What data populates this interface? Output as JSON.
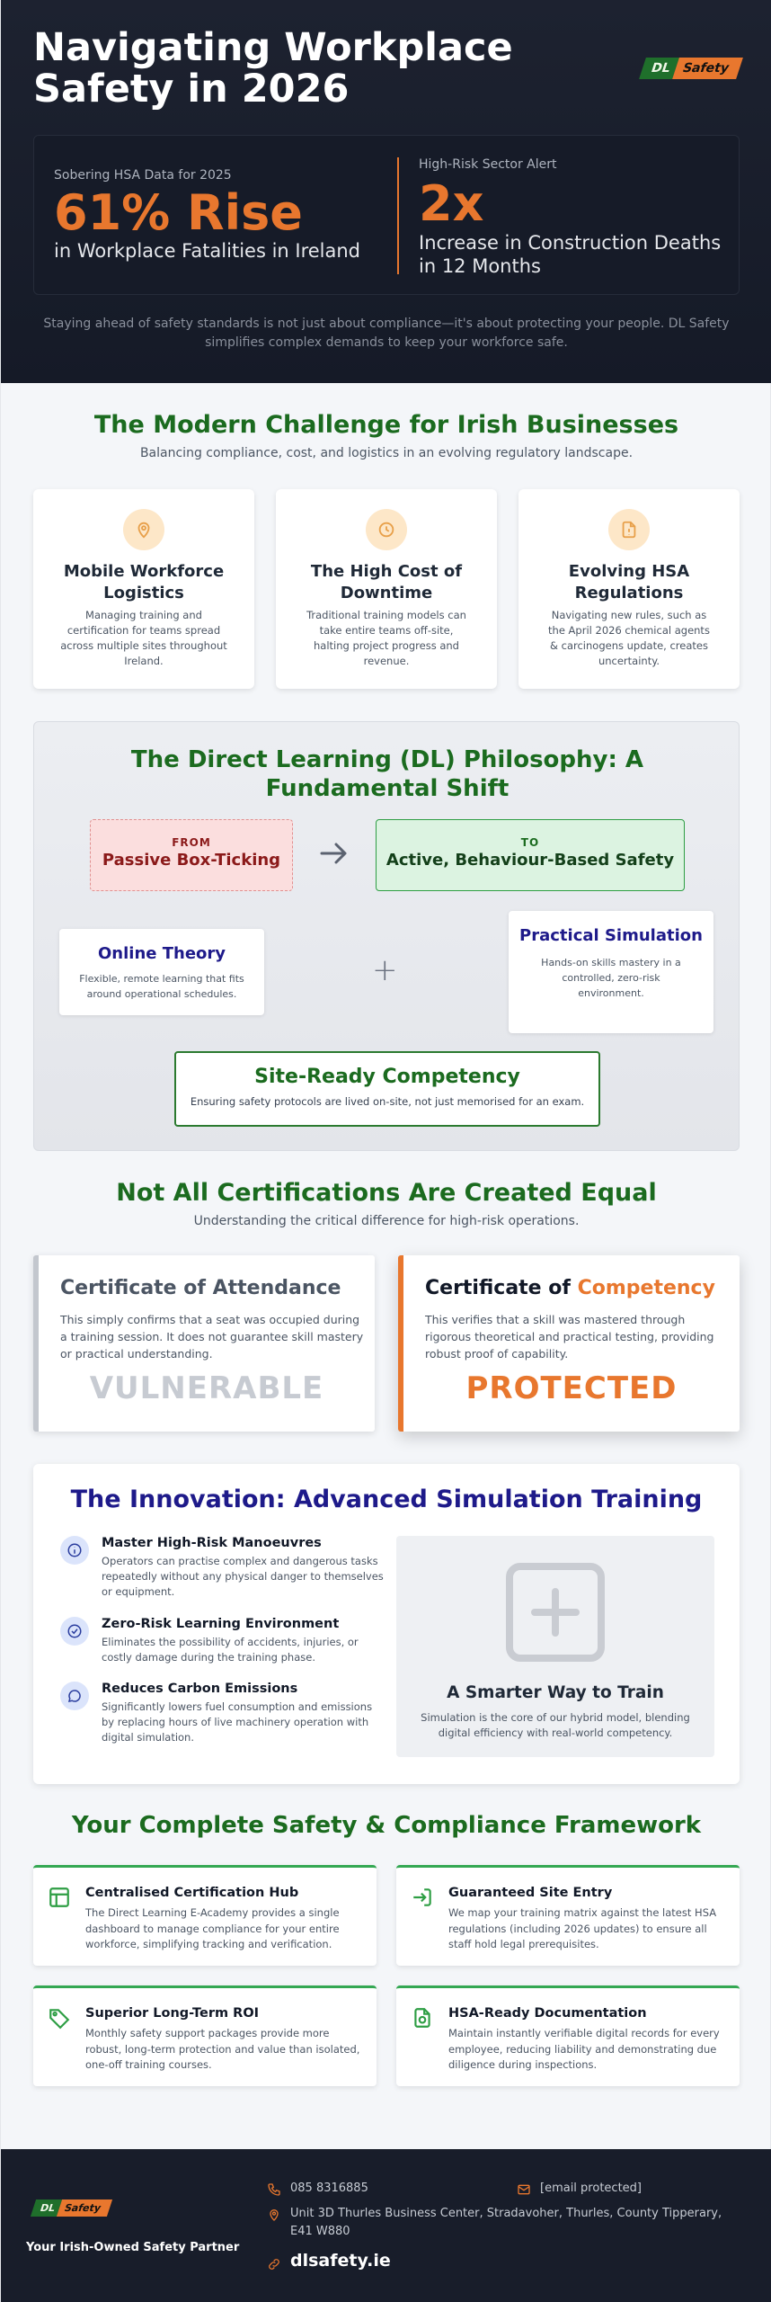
{
  "hero": {
    "title": "Navigating Workplace Safety in 2026",
    "logo": {
      "dl": "DL",
      "safety": "Safety"
    },
    "stat_left": {
      "label": "Sobering HSA Data for 2025",
      "value": "61% Rise",
      "desc": "in Workplace Fatalities in Ireland"
    },
    "stat_right": {
      "label": "High-Risk Sector Alert",
      "value": "2x",
      "desc": "Increase in Construction Deaths in 12 Months"
    },
    "subtitle": "Staying ahead of safety standards is not just about compliance—it's about protecting your people. DL Safety simplifies complex demands to keep your workforce safe."
  },
  "challenge": {
    "title": "The Modern Challenge for Irish Businesses",
    "subtitle": "Balancing compliance, cost, and logistics in an evolving regulatory landscape.",
    "cards": [
      {
        "icon": "map-pin-icon",
        "title": "Mobile Workforce Logistics",
        "text": "Managing training and certification for teams spread across multiple sites throughout Ireland."
      },
      {
        "icon": "clock-icon",
        "title": "The High Cost of Downtime",
        "text": "Traditional training models can take entire teams off-site, halting project progress and revenue."
      },
      {
        "icon": "document-alert-icon",
        "title": "Evolving HSA Regulations",
        "text": "Navigating new rules, such as the April 2026 chemical agents & carcinogens update, creates uncertainty."
      }
    ]
  },
  "philosophy": {
    "title": "The Direct Learning (DL) Philosophy: A Fundamental Shift",
    "from_label": "FROM",
    "from_value": "Passive Box-Ticking",
    "to_label": "TO",
    "to_value": "Active, Behaviour-Based Safety",
    "online": {
      "title": "Online Theory",
      "text": "Flexible, remote learning that fits around operational schedules."
    },
    "plus": "+",
    "practical": {
      "title": "Practical Simulation",
      "text": "Hands-on skills mastery in a controlled, zero-risk environment."
    },
    "competency": {
      "title": "Site-Ready Competency",
      "text": "Ensuring safety protocols are lived on-site, not just memorised for an exam."
    }
  },
  "certs": {
    "title": "Not All Certifications Are Created Equal",
    "subtitle": "Understanding the critical difference for high-risk operations.",
    "attendance": {
      "title": "Certificate of Attendance",
      "text": "This simply confirms that a seat was occupied during a training session. It does not guarantee skill mastery or practical understanding.",
      "stamp": "VULNERABLE"
    },
    "competency": {
      "title_prefix": "Certificate of ",
      "title_highlight": "Competency",
      "text": "This verifies that a skill was mastered through rigorous theoretical and practical testing, providing robust proof of capability.",
      "stamp": "PROTECTED"
    }
  },
  "innovation": {
    "title": "The Innovation: Advanced Simulation Training",
    "features": [
      {
        "icon": "info-icon",
        "title": "Master High-Risk Manoeuvres",
        "text": "Operators can practise complex and dangerous tasks repeatedly without any physical danger to themselves or equipment."
      },
      {
        "icon": "check-circle-icon",
        "title": "Zero-Risk Learning Environment",
        "text": "Eliminates the possibility of accidents, injuries, or costly damage during the training phase."
      },
      {
        "icon": "chat-bubble-icon",
        "title": "Reduces Carbon Emissions",
        "text": "Significantly lowers fuel consumption and emissions by replacing hours of live machinery operation with digital simulation."
      }
    ],
    "panel": {
      "icon": "plus-square-icon",
      "title": "A Smarter Way to Train",
      "text": "Simulation is the core of our hybrid model, blending digital efficiency with real-world competency."
    }
  },
  "framework": {
    "title": "Your Complete Safety & Compliance Framework",
    "items": [
      {
        "icon": "layout-icon",
        "title": "Centralised Certification Hub",
        "text": "The Direct Learning E-Academy provides a single dashboard to manage compliance for your entire workforce, simplifying tracking and verification."
      },
      {
        "icon": "sign-in-icon",
        "title": "Guaranteed Site Entry",
        "text": "We map your training matrix against the latest HSA regulations (including 2026 updates) to ensure all staff hold legal prerequisites."
      },
      {
        "icon": "tag-icon",
        "title": "Superior Long-Term ROI",
        "text": "Monthly safety support packages provide more robust, long-term protection and value than isolated, one-off training courses."
      },
      {
        "icon": "file-check-icon",
        "title": "HSA-Ready Documentation",
        "text": "Maintain instantly verifiable digital records for every employee, reducing liability and demonstrating due diligence during inspections."
      }
    ]
  },
  "footer": {
    "tagline": "Your Irish-Owned Safety Partner",
    "phone": "085 8316885",
    "email": "[email protected]",
    "address": "Unit 3D Thurles Business Center, Stradavoher, Thurles, County Tipperary, E41 W880",
    "website": "dlsafety.ie"
  },
  "colors": {
    "accent": "#e8772e",
    "green": "#1b6b1f",
    "navy": "#1e1a8a",
    "dark": "#181d2a"
  }
}
